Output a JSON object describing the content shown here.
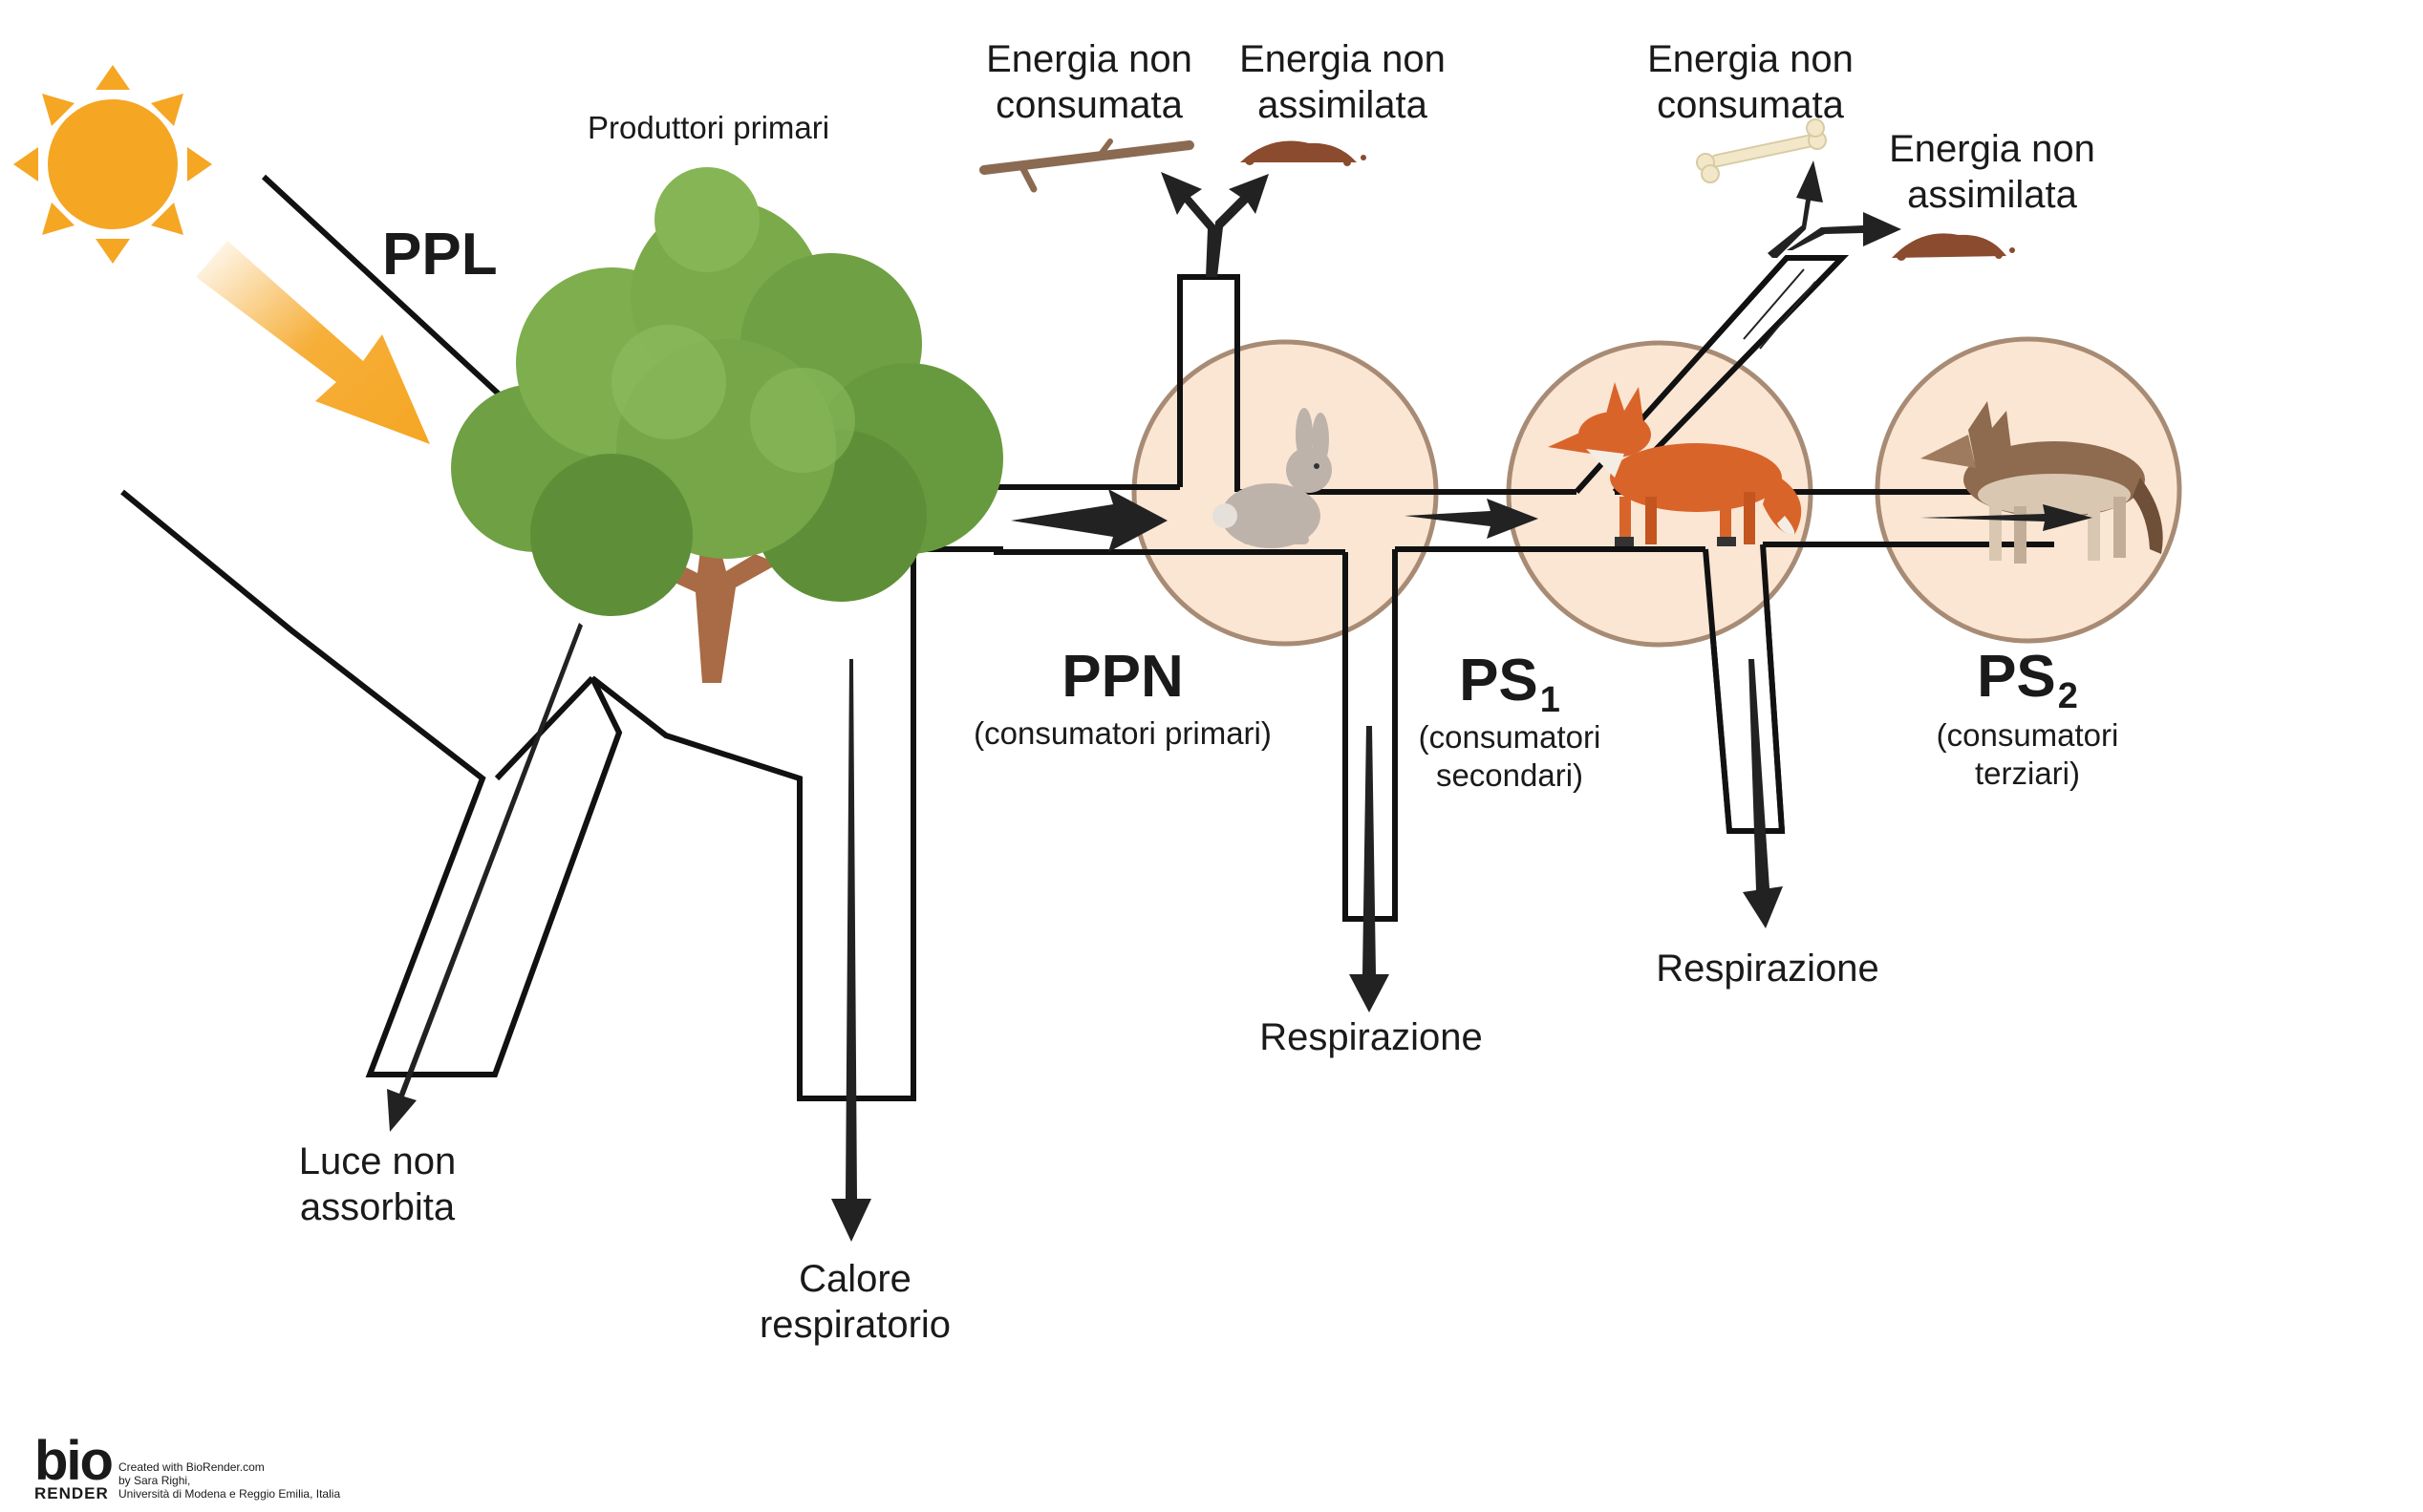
{
  "labels": {
    "ppl": "PPL",
    "produttori_primari": "Produttori primari",
    "ppn": "PPN",
    "ppn_sub": "(consumatori primari)",
    "ps1_main": "PS",
    "ps1_index": "1",
    "ps1_sub_line1": "(consumatori",
    "ps1_sub_line2": "secondari)",
    "ps2_main": "PS",
    "ps2_index": "2",
    "ps2_sub_line1": "(consumatori",
    "ps2_sub_line2": "terziari)",
    "energia_non_consumata_1_line1": "Energia non",
    "energia_non_consumata_1_line2": "consumata",
    "energia_non_assimilata_1_line1": "Energia non",
    "energia_non_assimilata_1_line2": "assimilata",
    "energia_non_consumata_2_line1": "Energia non",
    "energia_non_consumata_2_line2": "consumata",
    "energia_non_assimilata_2_line1": "Energia non",
    "energia_non_assimilata_2_line2": "assimilata",
    "luce_line1": "Luce non",
    "luce_line2": "assorbita",
    "calore_line1": "Calore",
    "calore_line2": "respiratorio",
    "respirazione_1": "Respirazione",
    "respirazione_2": "Respirazione"
  },
  "credit": {
    "logo_top": "bio",
    "logo_bottom": "RENDER",
    "line1": "Created with BioRender.com",
    "line2": "by Sara Righi,",
    "line3": "Università di Modena e Reggio Emilia, Italia"
  },
  "colors": {
    "sun": "#F5A623",
    "tree_foliage": "#6FA044",
    "tree_trunk": "#A86B45",
    "circle_fill": "#FBE6D3",
    "circle_stroke": "#A88B74",
    "line": "#111111",
    "arrow": "#222222",
    "fox": "#D9642A",
    "rabbit": "#BDB3AA",
    "wolf": "#8E6A4E",
    "stick": "#8B6A52",
    "soil": "#8A4B2E",
    "bone": "#F2E8C9"
  },
  "icons": [
    "sun-icon",
    "tree-icon",
    "rabbit-icon",
    "fox-icon",
    "wolf-icon",
    "stick-icon",
    "soil-icon",
    "bone-icon"
  ]
}
